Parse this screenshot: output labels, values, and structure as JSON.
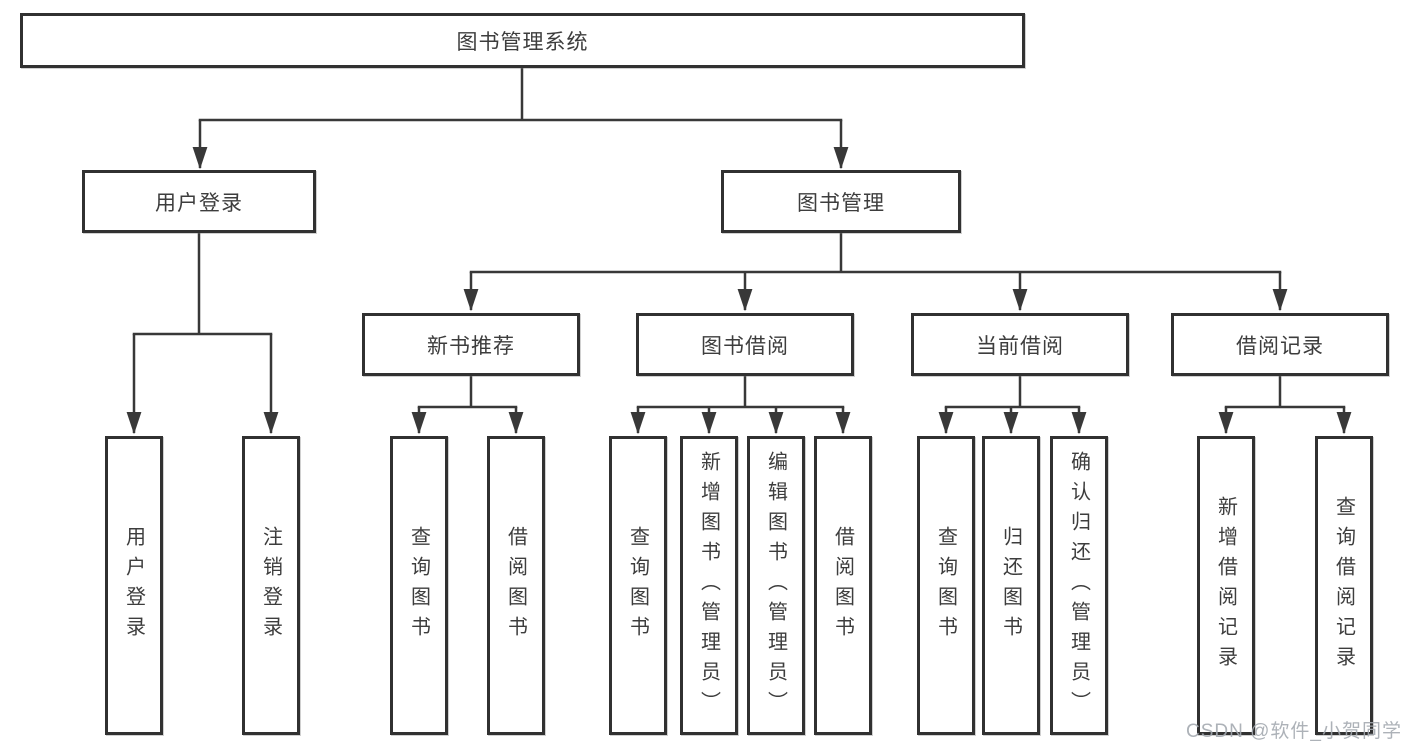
{
  "tree": {
    "root": {
      "label": "图书管理系统"
    },
    "branches": [
      {
        "label": "用户登录",
        "children": [
          {
            "label": "用户登录"
          },
          {
            "label": "注销登录"
          }
        ]
      },
      {
        "label": "图书管理",
        "children": [
          {
            "label": "新书推荐",
            "children": [
              {
                "label": "查询图书"
              },
              {
                "label": "借阅图书"
              }
            ]
          },
          {
            "label": "图书借阅",
            "children": [
              {
                "label": "查询图书"
              },
              {
                "label": "新增图书（管理员）"
              },
              {
                "label": "编辑图书（管理员）"
              },
              {
                "label": "借阅图书"
              }
            ]
          },
          {
            "label": "当前借阅",
            "children": [
              {
                "label": "查询图书"
              },
              {
                "label": "归还图书"
              },
              {
                "label": "确认归还（管理员）"
              }
            ]
          },
          {
            "label": "借阅记录",
            "children": [
              {
                "label": "新增借阅记录"
              },
              {
                "label": "查询借阅记录"
              }
            ]
          }
        ]
      }
    ]
  },
  "watermark": "CSDN @软件_小贺同学",
  "colors": {
    "line": "#383838",
    "box_border": "#313131",
    "text": "#3d3d3d",
    "watermark": "#a4aab0"
  }
}
